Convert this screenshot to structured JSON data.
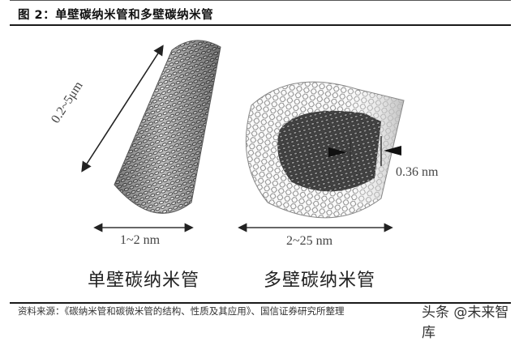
{
  "header": {
    "title": "图 2：单壁碳纳米管和多壁碳纳米管"
  },
  "figure": {
    "swcnt": {
      "length_label": "0.2~5μm",
      "diameter_label": "1~2 nm",
      "caption": "单壁碳纳米管"
    },
    "mwcnt": {
      "spacing_label": "0.36 nm",
      "diameter_label": "2~25 nm",
      "caption": "多壁碳纳米管"
    }
  },
  "footer": {
    "source": "资料来源：《碳纳米管和碳微米管的结构、性质及其应用》、国信证券研究所整理",
    "watermark": "头条 @未来智库"
  },
  "colors": {
    "rule": "#1a1a1a",
    "text": "#222222",
    "tube_dark": "#3a3a3a",
    "tube_light": "#d8d8d8"
  }
}
